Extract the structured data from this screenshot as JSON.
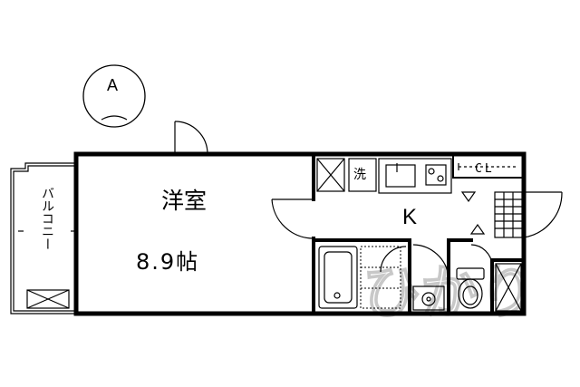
{
  "compass": {
    "label": "A"
  },
  "rooms": {
    "western_room": {
      "name": "洋室",
      "area": "8.9帖"
    },
    "kitchen": {
      "name": "K"
    },
    "closet": {
      "name": "CL"
    },
    "washer": {
      "name": "洗"
    },
    "balcony": {
      "name": "バルコニー"
    }
  },
  "watermark": {
    "text": "ひかり"
  }
}
